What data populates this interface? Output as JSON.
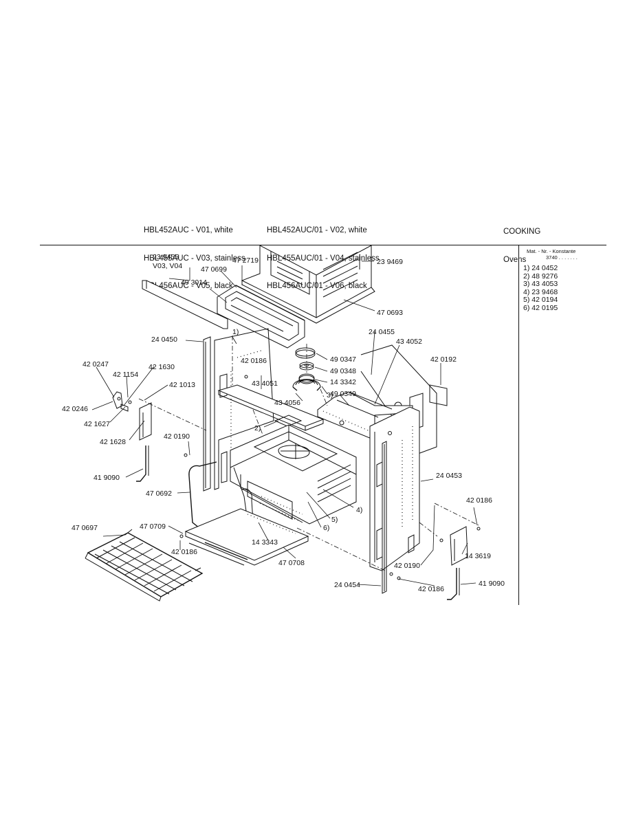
{
  "header": {
    "models_col1": [
      "HBL452AUC - V01, white",
      "HBL455AUC - V03, stainless",
      "HBL456AUC - V05, black"
    ],
    "models_col2": [
      "HBL452AUC/01 - V02, white",
      "HBL455AUC/01 - V04, stainless",
      "HBL456AUC/01 - V06, black"
    ],
    "category": "COOKING",
    "subcategory": "Ovens"
  },
  "constants": {
    "heading": "Mat. - Nr. - Konstante",
    "code": "3740 . . .   . . . .",
    "items": [
      "1) 24 0452",
      "2) 48 9276",
      "3) 43 4053",
      "4) 23 9468",
      "5) 42 0194",
      "6) 42 0195"
    ]
  },
  "callouts": {
    "c239455": "23 9455",
    "v03v04": "V03, V04",
    "c470699": "47 0699",
    "c472719": "47 2719",
    "c239469": "23 9469",
    "c493014": "49 3014",
    "c470693": "47 0693",
    "c240450": "24 0450",
    "n1a": "1)",
    "c420186a": "42 0186",
    "c490347": "49 0347",
    "c490348": "49 0348",
    "c143342": "14 3342",
    "c490349": "49 0349",
    "c240455": "24 0455",
    "c434052": "43 4052",
    "c420192": "42 0192",
    "c420247": "42 0247",
    "c421154": "42 1154",
    "c421630": "42 1630",
    "c421013": "42 1013",
    "c420246": "42 0246",
    "c421627": "42 1627",
    "c421628": "42 1628",
    "c434051": "43 4051",
    "c434056": "43 4056",
    "n3": "3)",
    "n2": "2)",
    "c420190a": "42 0190",
    "c419090a": "41 9090",
    "c470692": "47 0692",
    "c240453": "24 0453",
    "n4": "4)",
    "n5": "5)",
    "n6": "6)",
    "c420186b": "42 0186",
    "c470697": "47 0697",
    "c470709": "47 0709",
    "c143343": "14 3343",
    "c420186c": "42 0186",
    "c470708": "47 0708",
    "c143619": "14 3619",
    "c420190b": "42 0190",
    "c240454": "24 0454",
    "c420186d": "42 0186",
    "c419090b": "41 9090"
  }
}
